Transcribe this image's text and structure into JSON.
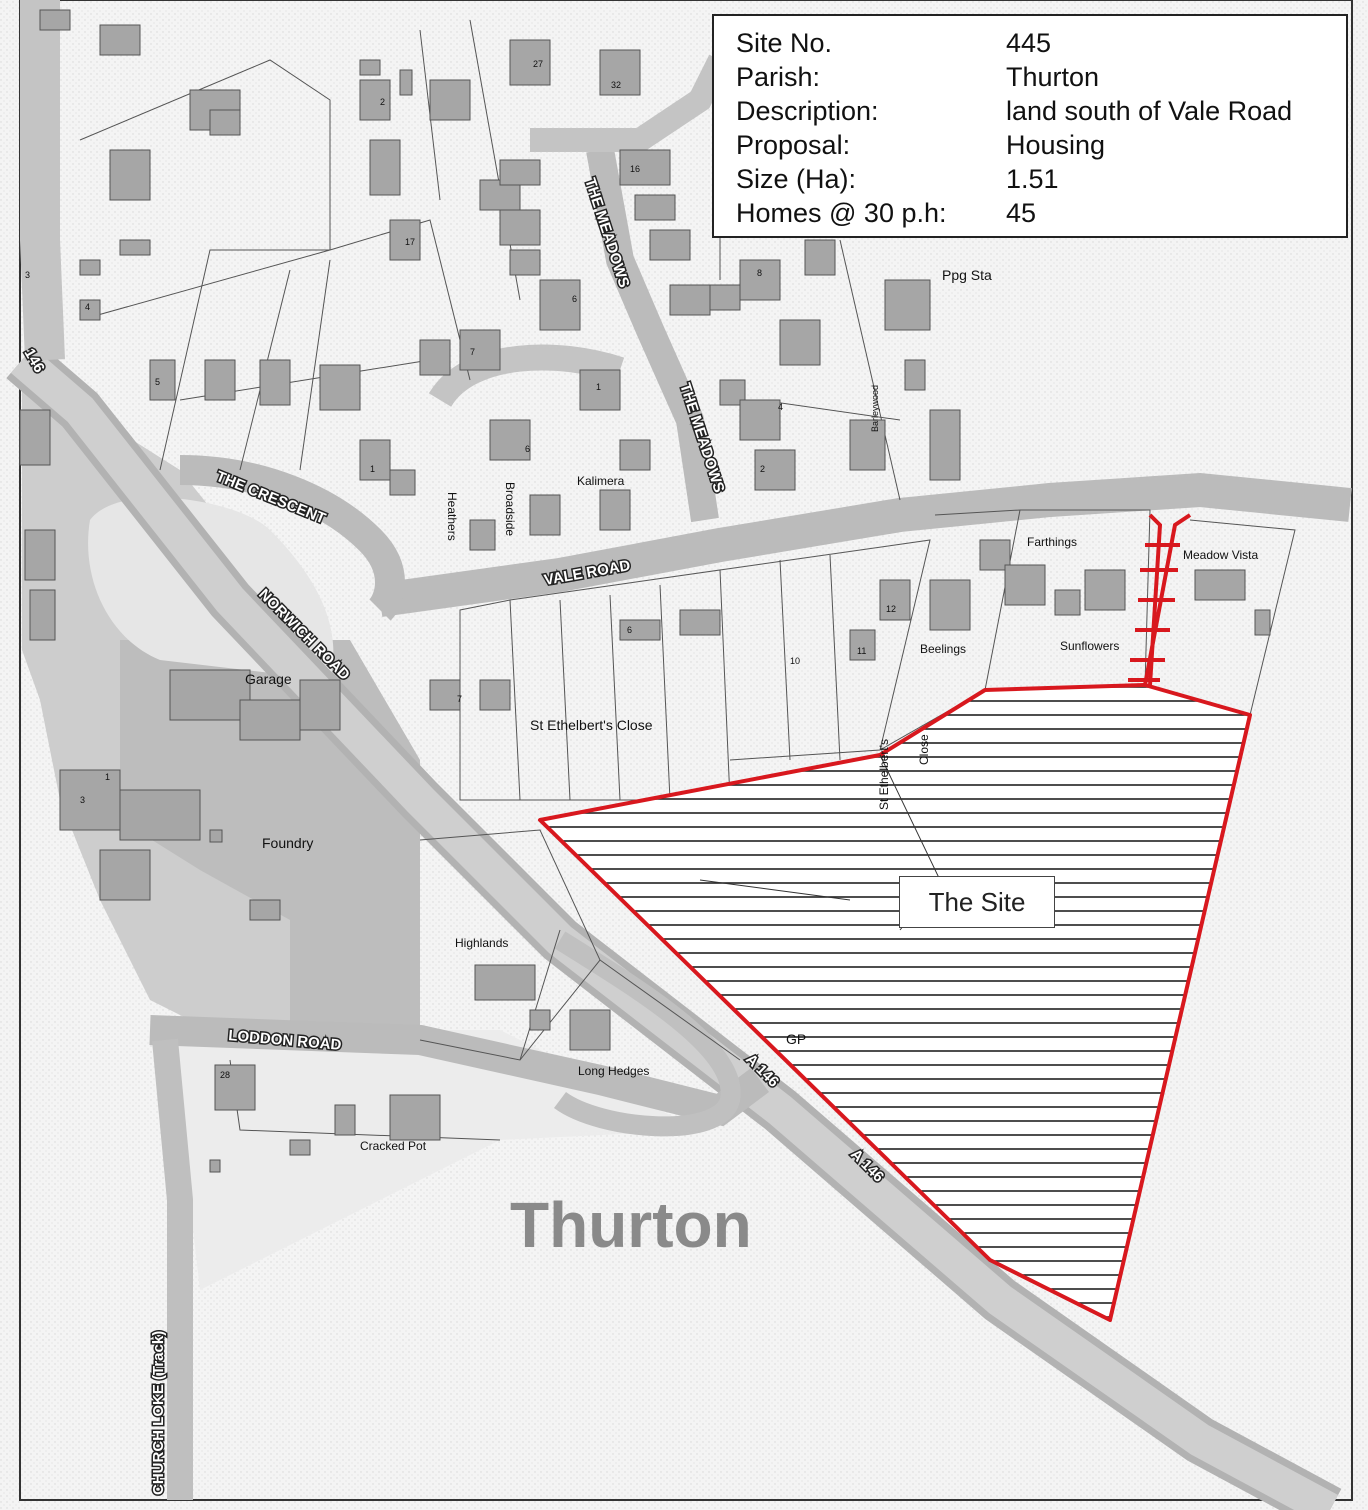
{
  "info": {
    "site_no_label": "Site No.",
    "site_no": "445",
    "parish_label": "Parish:",
    "parish": "Thurton",
    "description_label": "Description:",
    "description": "land south of Vale Road",
    "proposal_label": "Proposal:",
    "proposal": "Housing",
    "size_label": "Size (Ha):",
    "size": "1.51",
    "homes_label": "Homes @ 30 p.h:",
    "homes": "45"
  },
  "site_label": "The Site",
  "village_name": "Thurton",
  "roads": {
    "the_crescent": "THE CRESCENT",
    "norwich_road": "NORWICH ROAD",
    "vale_road": "VALE ROAD",
    "loddon_road": "LODDON ROAD",
    "the_meadows_1": "THE MEADOWS",
    "the_meadows_2": "THE MEADOWS",
    "a146_1": "A 146",
    "a146_2": "A 146",
    "a146_edge": "146",
    "church_loke": "CHURCH LOKE (Track)"
  },
  "places": {
    "garage": "Garage",
    "foundry": "Foundry",
    "highlands": "Highlands",
    "long_hedges": "Long Hedges",
    "cracked_pot": "Cracked Pot",
    "st_ethelberts_close": "St Ethelbert's Close",
    "st_ethelberts_close_vertical": "St Ethelbert's",
    "close_vertical": "Close",
    "heathers": "Heathers",
    "broadside": "Broadside",
    "kalimera": "Kalimera",
    "farthings": "Farthings",
    "meadow_vista": "Meadow Vista",
    "beelings": "Beelings",
    "sunflowers": "Sunflowers",
    "ppg_sta": "Ppg Sta",
    "barleywood": "Barleywood",
    "gp": "GP"
  },
  "house_numbers": [
    "27",
    "32",
    "2",
    "17",
    "16",
    "8",
    "6",
    "5",
    "7",
    "1",
    "4",
    "2",
    "6",
    "1",
    "4",
    "3",
    "6",
    "12",
    "10",
    "11",
    "7",
    "1",
    "3",
    "28"
  ],
  "colors": {
    "site_boundary": "#d8181e",
    "road_fill": "#b9b9b9",
    "building_fill": "#a8a8a8",
    "village_text": "#8a8a8a"
  }
}
